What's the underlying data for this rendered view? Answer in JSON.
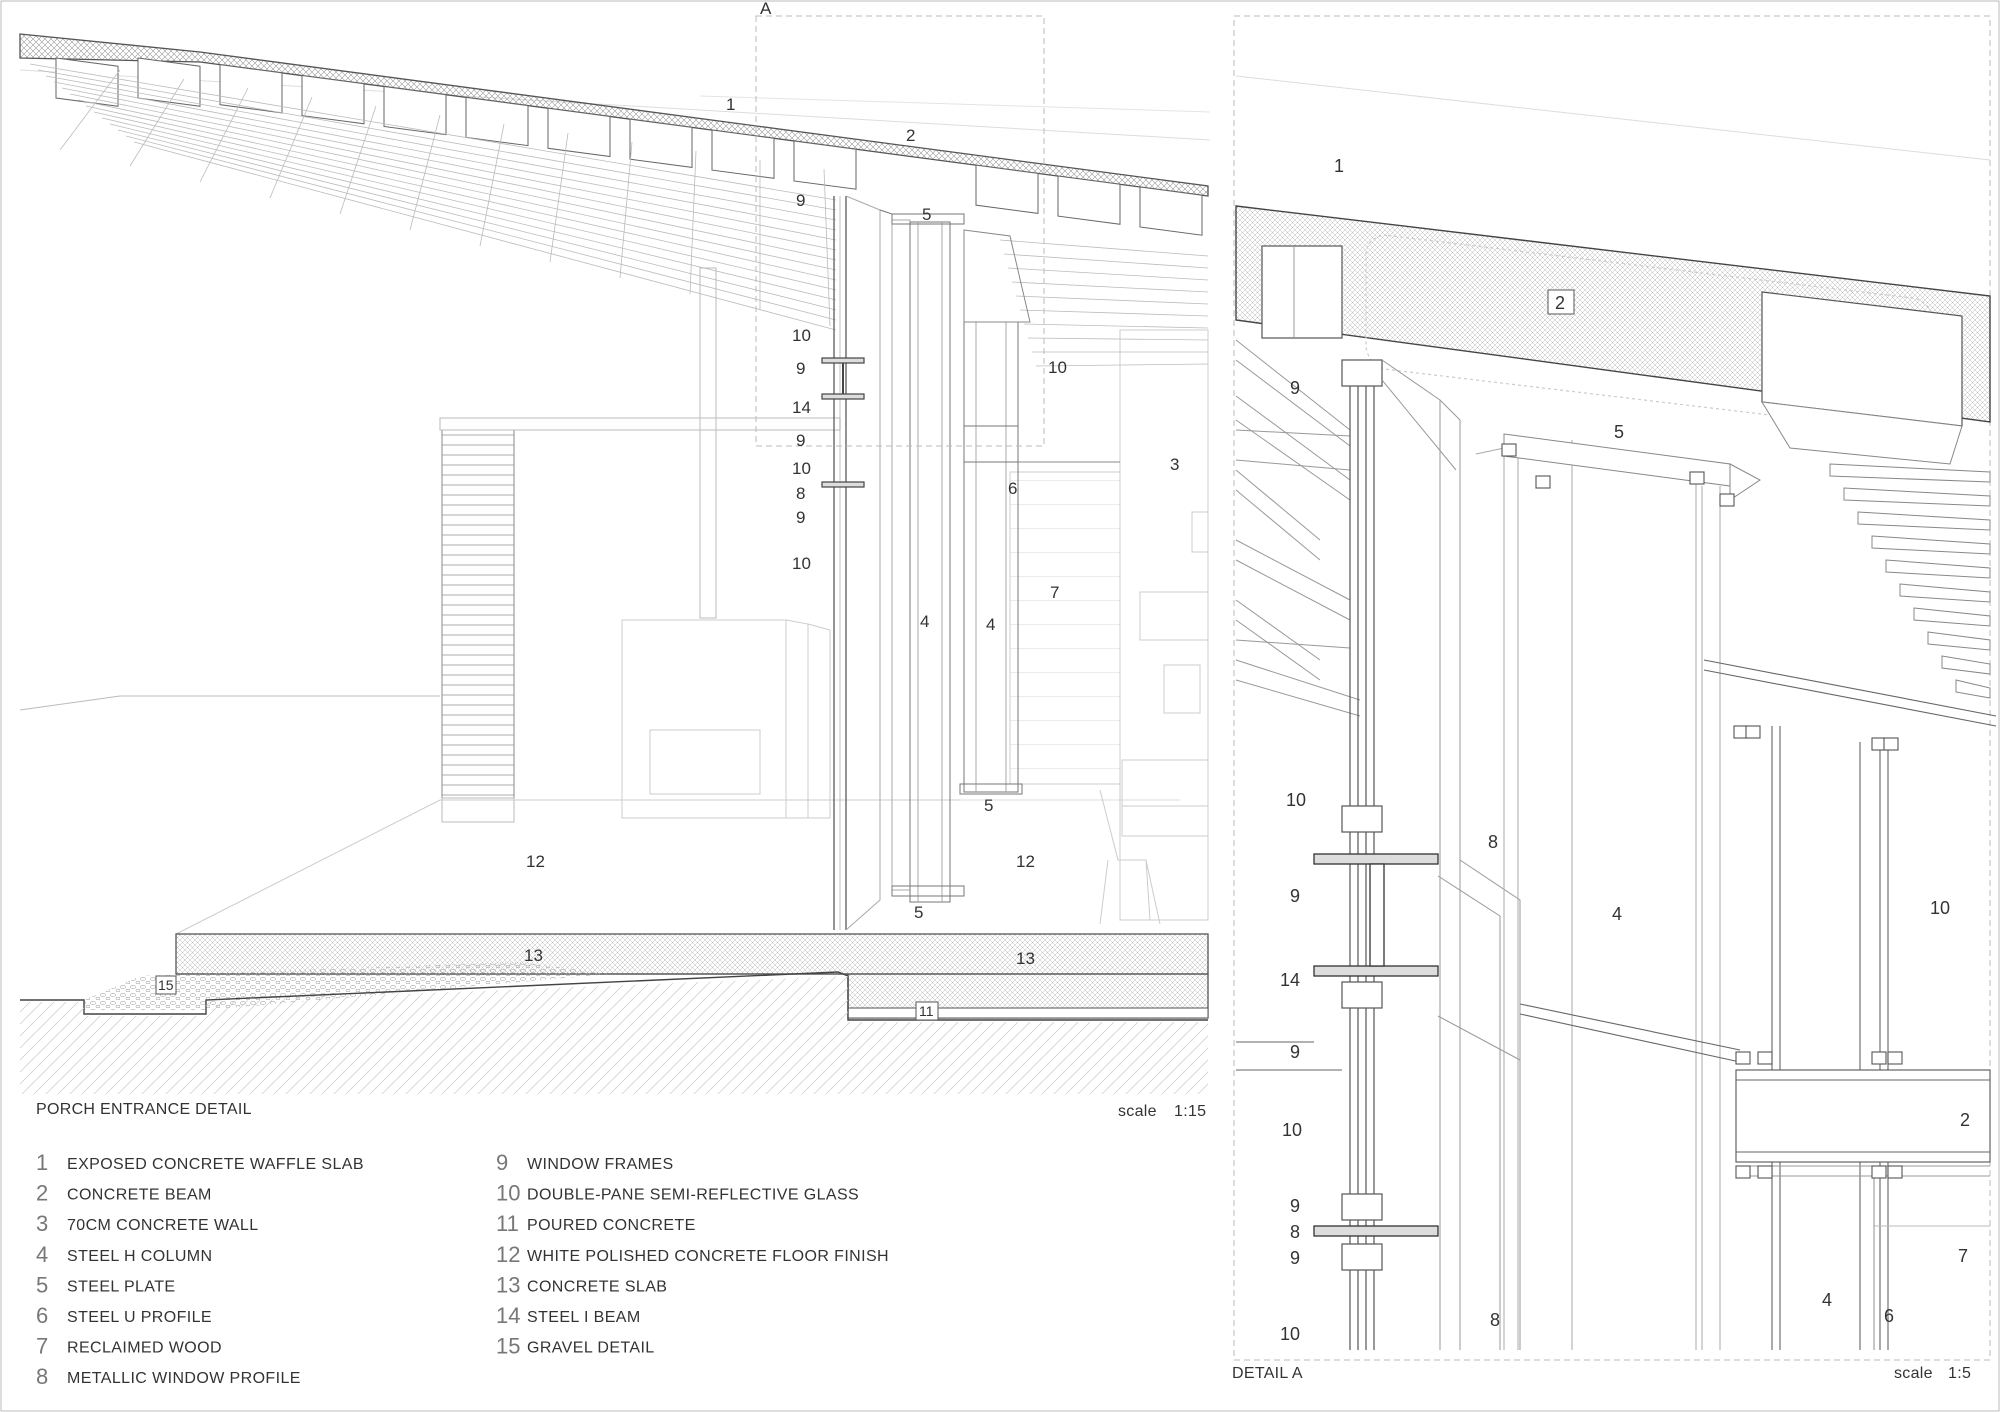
{
  "section_marker": "A",
  "main_view": {
    "title": "PORCH ENTRANCE DETAIL",
    "scale_label": "scale",
    "scale_value": "1:15"
  },
  "detail_view": {
    "title": "DETAIL A",
    "scale_label": "scale",
    "scale_value": "1:5"
  },
  "main_callouts": [
    "1",
    "2",
    "9",
    "5",
    "10",
    "9",
    "14",
    "10",
    "9",
    "10",
    "8",
    "9",
    "10",
    "3",
    "6",
    "7",
    "4",
    "4",
    "5",
    "12",
    "12",
    "5",
    "13",
    "13",
    "15",
    "11"
  ],
  "detail_callouts": [
    "1",
    "2",
    "9",
    "5",
    "10",
    "8",
    "9",
    "4",
    "10",
    "14",
    "9",
    "10",
    "2",
    "9",
    "8",
    "9",
    "7",
    "4",
    "6",
    "8",
    "10"
  ],
  "legend": [
    {
      "num": "1",
      "label": "EXPOSED CONCRETE WAFFLE SLAB"
    },
    {
      "num": "2",
      "label": "CONCRETE BEAM"
    },
    {
      "num": "3",
      "label": "70CM CONCRETE WALL"
    },
    {
      "num": "4",
      "label": "STEEL H COLUMN"
    },
    {
      "num": "5",
      "label": "STEEL PLATE"
    },
    {
      "num": "6",
      "label": "STEEL U PROFILE"
    },
    {
      "num": "7",
      "label": "RECLAIMED WOOD"
    },
    {
      "num": "8",
      "label": "METALLIC WINDOW PROFILE"
    },
    {
      "num": "9",
      "label": "WINDOW FRAMES"
    },
    {
      "num": "10",
      "label": "DOUBLE-PANE SEMI-REFLECTIVE GLASS"
    },
    {
      "num": "11",
      "label": "POURED CONCRETE"
    },
    {
      "num": "12",
      "label": "WHITE POLISHED CONCRETE FLOOR FINISH"
    },
    {
      "num": "13",
      "label": "CONCRETE SLAB"
    },
    {
      "num": "14",
      "label": "STEEL I BEAM"
    },
    {
      "num": "15",
      "label": "GRAVEL DETAIL"
    }
  ]
}
